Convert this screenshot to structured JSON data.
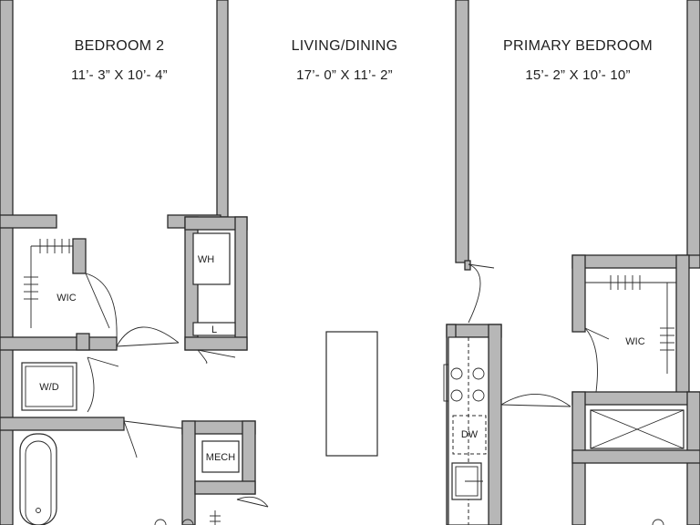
{
  "rooms": {
    "bedroom2": {
      "name": "BEDROOM 2",
      "dims": "11’- 3” X 10’- 4”"
    },
    "living": {
      "name": "LIVING/DINING",
      "dims": "17’- 0” X 11’- 2”"
    },
    "primary": {
      "name": "PRIMARY BEDROOM",
      "dims": "15’- 2” X 10’- 10”"
    }
  },
  "labels": {
    "wic_left": "WIC",
    "wic_right": "WIC",
    "wh": "WH",
    "linen": "L",
    "washer_dryer": "W/D",
    "mech": "MECH",
    "dishwasher": "DW"
  },
  "colors": {
    "wall_fill": "#b7b7b7",
    "line": "#2a2a2a",
    "background": "#ffffff"
  }
}
